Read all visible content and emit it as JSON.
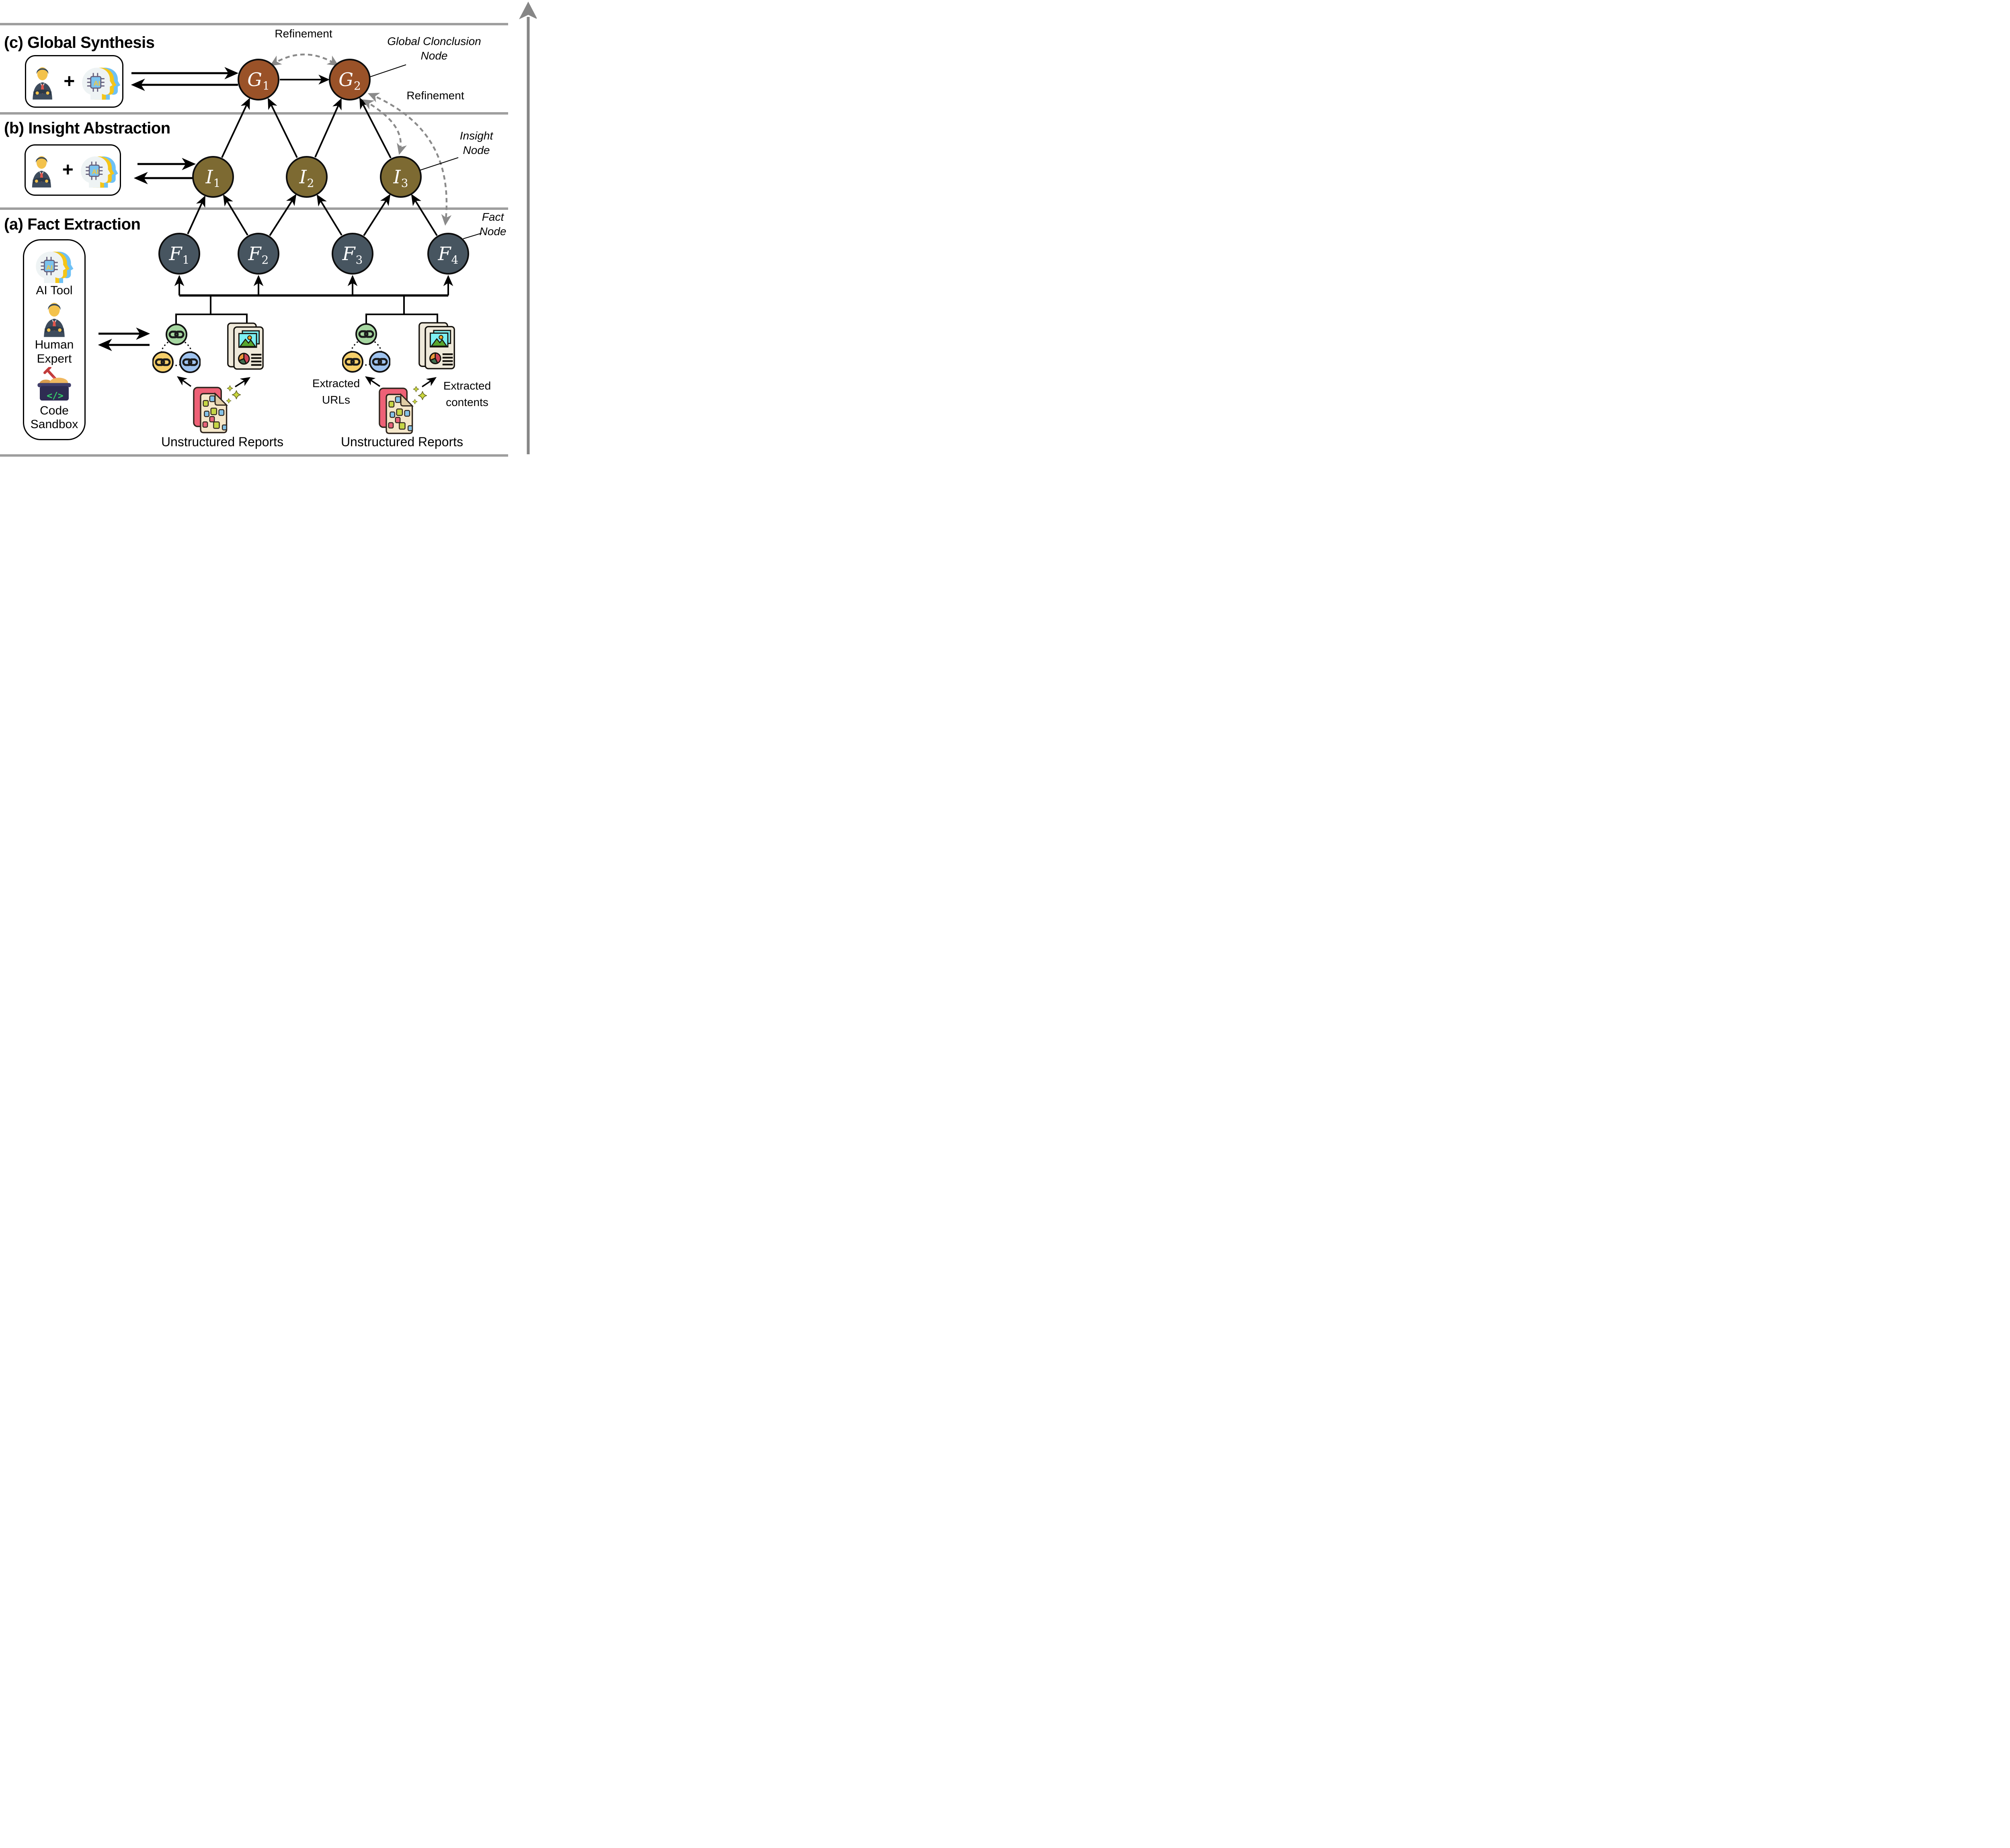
{
  "figure": {
    "sections": [
      {
        "id": "c",
        "title": "(c) Global Synthesis"
      },
      {
        "id": "b",
        "title": "(b) Insight Abstraction"
      },
      {
        "id": "a",
        "title": "(a) Fact Extraction"
      }
    ]
  },
  "nodes": {
    "g1": {
      "main": "G",
      "sub": "1"
    },
    "g2": {
      "main": "G",
      "sub": "2"
    },
    "i1": {
      "main": "I",
      "sub": "1"
    },
    "i2": {
      "main": "I",
      "sub": "2"
    },
    "i3": {
      "main": "I",
      "sub": "3"
    },
    "f1": {
      "main": "F",
      "sub": "1"
    },
    "f2": {
      "main": "F",
      "sub": "2"
    },
    "f3": {
      "main": "F",
      "sub": "3"
    },
    "f4": {
      "main": "F",
      "sub": "4"
    }
  },
  "labels": {
    "refinement_top": "Refinement",
    "refinement_right": "Refinement",
    "global_conclusion_line1": "Global Clonclusion",
    "global_conclusion_line2": "Node",
    "insight_line1": "Insight",
    "insight_line2": "Node",
    "fact_line1": "Fact",
    "fact_line2": "Node",
    "extracted_urls_line1": "Extracted",
    "extracted_urls_line2": "URLs",
    "extracted_contents_line1": "Extracted",
    "extracted_contents_line2": "contents",
    "unstructured_reports_left": "Unstructured Reports",
    "unstructured_reports_right": "Unstructured Reports",
    "plus_c": "+",
    "plus_b": "+"
  },
  "toolbox": {
    "ai_tool": "AI Tool",
    "human_expert_line1": "Human",
    "human_expert_line2": "Expert",
    "code_sandbox_line1": "Code",
    "code_sandbox_line2": "Sandbox",
    "code_glyph": "</>",
    "ai_chip": "AI"
  },
  "icons": {
    "person": "businessman-icon",
    "ai_heads": "ai-heads-icon",
    "chain": "chain-link-icon",
    "docs": "illustrated-report-icon",
    "report": "unstructured-report-icon",
    "sandbox": "code-sandbox-icon",
    "sparkles": "sparkles-icon",
    "axis": "upward-axis-arrow-icon"
  },
  "colors": {
    "g_node": "#9a5228",
    "i_node": "#7d6a32",
    "f_node": "#475560",
    "separator": "#9e9e9e",
    "axis": "#868686",
    "dashed": "#8a8a8a",
    "arrow": "#000000"
  }
}
